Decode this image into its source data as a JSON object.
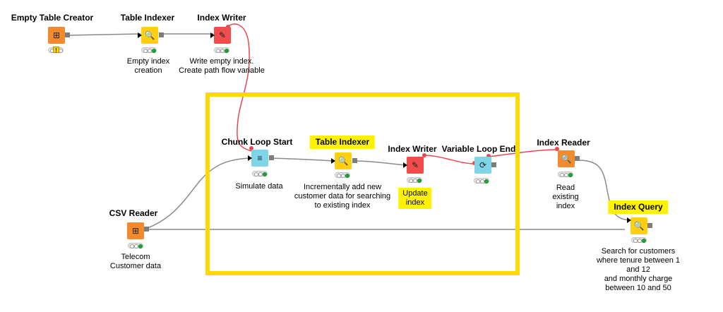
{
  "workflow": {
    "annotation_color": "#ffd900",
    "label_highlight_color": "#fff200",
    "nodes": [
      {
        "id": "empty_table_creator",
        "title": "Empty Table Creator",
        "description": "",
        "type": "source",
        "color": "#f28a2e",
        "icon": "table-grid-icon",
        "status": "warning",
        "title_highlight": false
      },
      {
        "id": "table_indexer_1",
        "title": "Table Indexer",
        "description": "Empty index\ncreation",
        "type": "manipulator",
        "color": "#ffcf10",
        "icon": "magnifier-icon",
        "status": "ok",
        "title_highlight": false
      },
      {
        "id": "index_writer_1",
        "title": "Index Writer",
        "description": "Write empty index.\nCreate path flow variable",
        "type": "sink",
        "color": "#ef4d4d",
        "icon": "write-icon",
        "status": "ok",
        "title_highlight": false
      },
      {
        "id": "chunk_loop_start",
        "title": "Chunk Loop Start",
        "description": "Simulate data",
        "type": "loop-start",
        "color": "#7fd4e8",
        "icon": "loop-start-icon",
        "status": "ok",
        "title_highlight": false
      },
      {
        "id": "table_indexer_2",
        "title": "Table Indexer",
        "description": "Incrementally add new\ncustomer data for searching\nto existing index",
        "type": "manipulator",
        "color": "#ffcf10",
        "icon": "magnifier-icon",
        "status": "ok",
        "title_highlight": true
      },
      {
        "id": "index_writer_2",
        "title": "Index Writer",
        "description": "Update\nindex",
        "type": "sink",
        "color": "#ef4d4d",
        "icon": "write-icon",
        "status": "ok",
        "title_highlight": false,
        "description_highlight": true
      },
      {
        "id": "variable_loop_end",
        "title": "Variable Loop End",
        "description": "",
        "type": "loop-end",
        "color": "#7fd4e8",
        "icon": "loop-end-icon",
        "status": "ok",
        "title_highlight": false
      },
      {
        "id": "index_reader",
        "title": "Index Reader",
        "description": "Read\nexisting\nindex",
        "type": "source",
        "color": "#f28a2e",
        "icon": "read-icon",
        "status": "ok",
        "title_highlight": false
      },
      {
        "id": "csv_reader",
        "title": "CSV Reader",
        "description": "Telecom\nCustomer data",
        "type": "source",
        "color": "#f28a2e",
        "icon": "read-icon",
        "status": "ok",
        "title_highlight": false
      },
      {
        "id": "index_query",
        "title": "Index Query",
        "description": "Search for customers\nwhere tenure between 1 and 12\nand monthly charge between 10 and 50",
        "type": "manipulator",
        "color": "#ffcf10",
        "icon": "query-icon",
        "status": "ok",
        "title_highlight": true
      }
    ],
    "connections": [
      {
        "from": "empty_table_creator",
        "to": "table_indexer_1",
        "kind": "data"
      },
      {
        "from": "table_indexer_1",
        "to": "index_writer_1",
        "kind": "data"
      },
      {
        "from": "index_writer_1",
        "to": "chunk_loop_start",
        "kind": "flow-variable"
      },
      {
        "from": "csv_reader",
        "to": "chunk_loop_start",
        "kind": "data"
      },
      {
        "from": "chunk_loop_start",
        "to": "table_indexer_2",
        "kind": "data"
      },
      {
        "from": "table_indexer_2",
        "to": "index_writer_2",
        "kind": "data"
      },
      {
        "from": "index_writer_2",
        "to": "variable_loop_end",
        "kind": "flow-variable"
      },
      {
        "from": "variable_loop_end",
        "to": "index_reader",
        "kind": "flow-variable"
      },
      {
        "from": "index_reader",
        "to": "index_query",
        "kind": "data"
      },
      {
        "from": "csv_reader",
        "to": "index_query",
        "kind": "data"
      }
    ]
  }
}
